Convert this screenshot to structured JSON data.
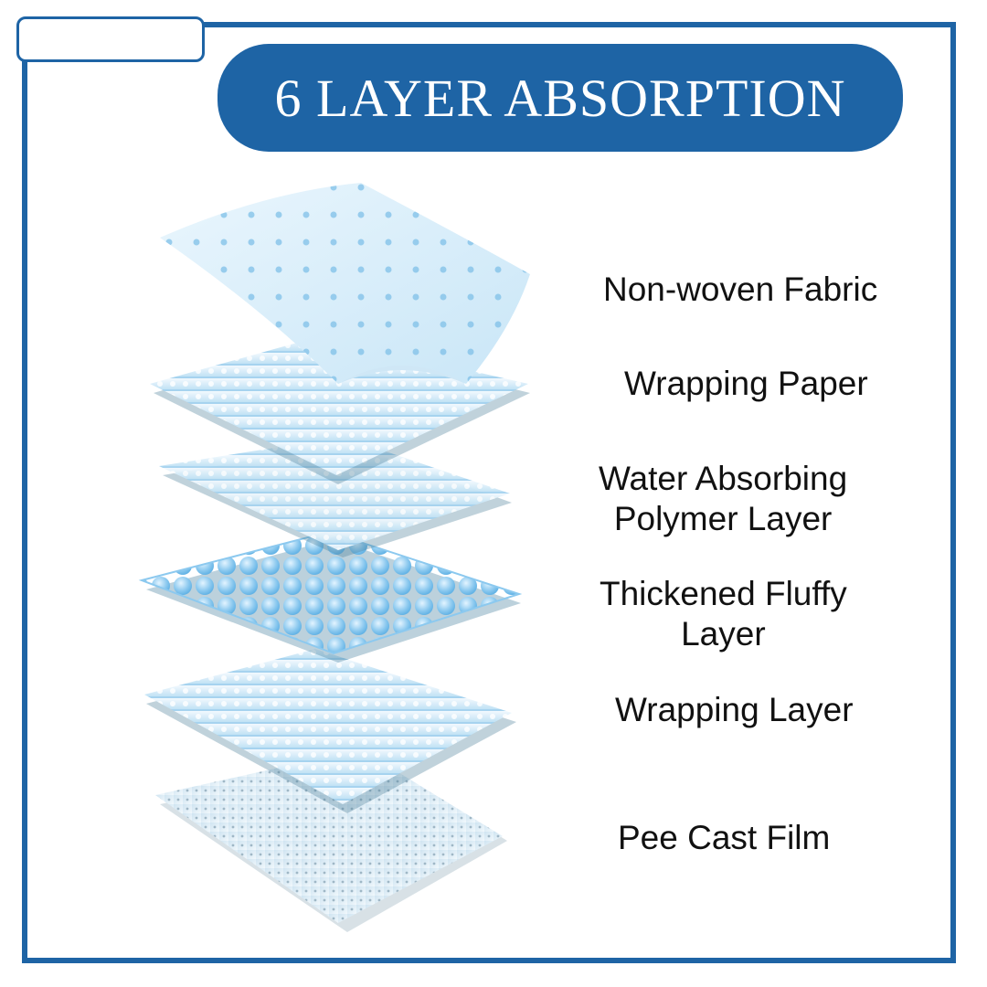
{
  "title": "6 LAYER ABSORPTION",
  "accent_color": "#1e64a5",
  "layers": [
    {
      "label": "Non-woven Fabric"
    },
    {
      "label": "Wrapping Paper"
    },
    {
      "label_line1": "Water Absorbing",
      "label_line2": "Polymer Layer"
    },
    {
      "label_line1": "Thickened Fluffy",
      "label_line2": "Layer"
    },
    {
      "label": "Wrapping Layer"
    },
    {
      "label": "Pee Cast Film"
    }
  ]
}
